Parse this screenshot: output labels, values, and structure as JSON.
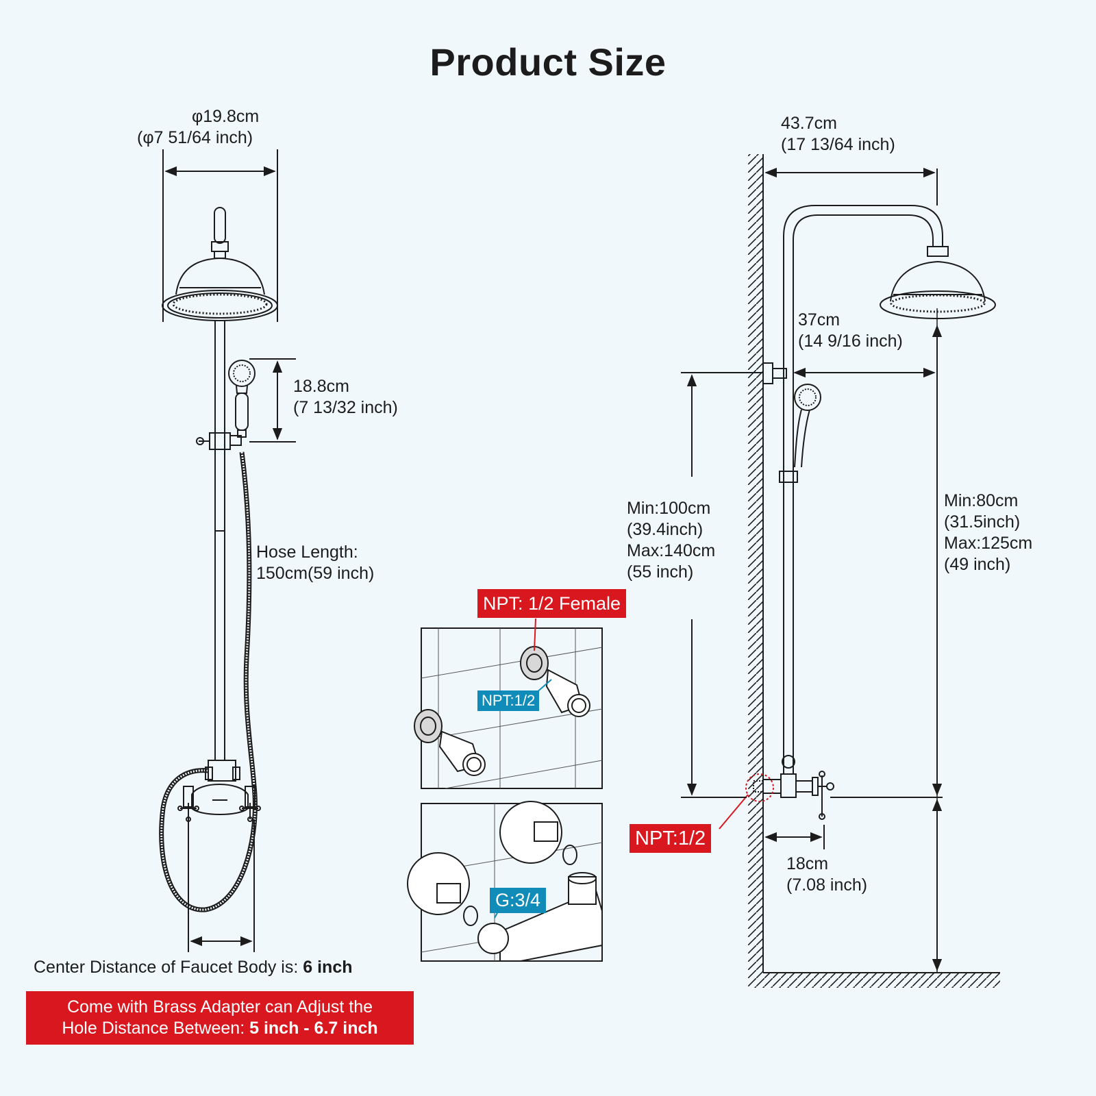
{
  "title": "Product Size",
  "left": {
    "head_dia": [
      "φ19.8cm",
      "(φ7 51/64 inch)"
    ],
    "handheld": [
      "18.8cm",
      "(7 13/32 inch)"
    ],
    "hose": [
      "Hose Length:",
      "150cm(59 inch)"
    ],
    "center_distance_prefix": "Center Distance of Faucet Body is: ",
    "center_distance_value": "6 inch",
    "adapter_line1": "Come with Brass Adapter can Adjust the",
    "adapter_line2_prefix": "Hole Distance Between: ",
    "adapter_line2_value": "5 inch - 6.7 inch"
  },
  "middle": {
    "npt_female": "NPT: 1/2 Female",
    "npt_small": "NPT:1/2",
    "g34": "G:3/4"
  },
  "right": {
    "width": [
      "43.7cm",
      "(17 13/64 inch)"
    ],
    "arm": [
      "37cm",
      "(14 9/16 inch)"
    ],
    "head_height": [
      "Min:100cm",
      "(39.4inch)",
      "Max:140cm",
      "(55 inch)"
    ],
    "floor_height": [
      "Min:80cm",
      "(31.5inch)",
      "Max:125cm",
      "(49 inch)"
    ],
    "npt_inlet": "NPT:1/2",
    "wall_offset": [
      "18cm",
      "(7.08 inch)"
    ]
  },
  "colors": {
    "background": "#f1f8fb",
    "red": "#d9171f",
    "blue": "#118cb8",
    "line": "#1c1c1c"
  }
}
